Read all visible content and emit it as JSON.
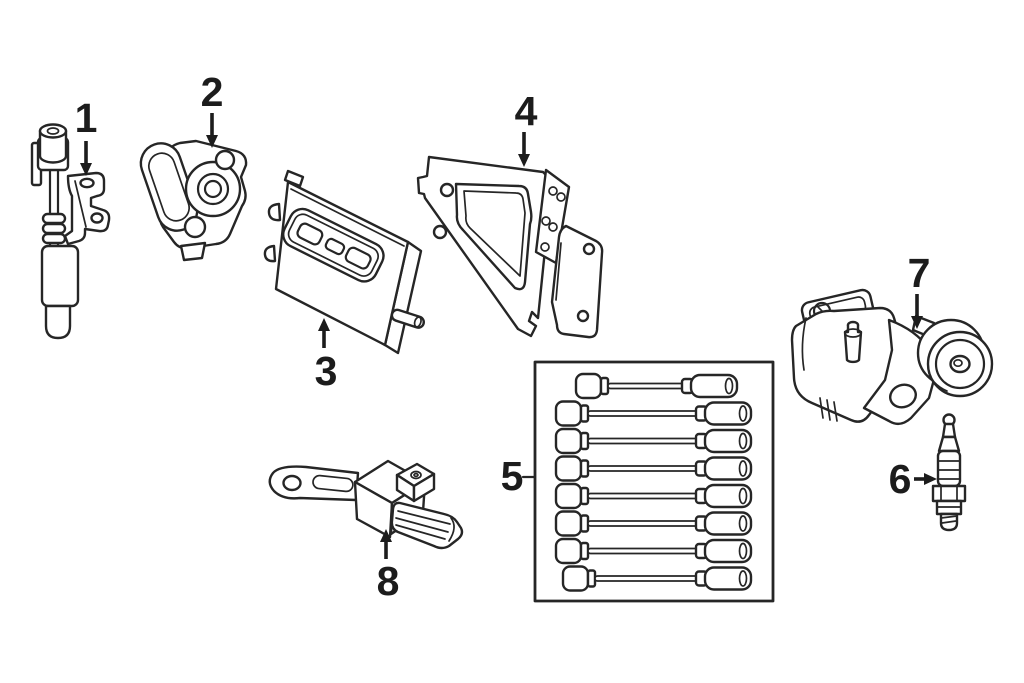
{
  "page": {
    "background_color": "#ffffff",
    "line_color": "#262626",
    "text_color": "#1c1c1c"
  },
  "diagram": {
    "type": "exploded-parts-line-drawing",
    "description": "Black and white parts diagram of engine ignition components with numbered callouts",
    "callouts": [
      {
        "number": "1",
        "depicts": "sensor with mounting bracket"
      },
      {
        "number": "2",
        "depicts": "round sensor housing"
      },
      {
        "number": "3",
        "depicts": "engine control module"
      },
      {
        "number": "4",
        "depicts": "mounting bracket plate"
      },
      {
        "number": "5",
        "depicts": "spark plug wire set"
      },
      {
        "number": "6",
        "depicts": "spark plug"
      },
      {
        "number": "7",
        "depicts": "tensioner pulley assembly"
      },
      {
        "number": "8",
        "depicts": "sensor with connector"
      }
    ],
    "wire_set": {
      "callout": "5",
      "wire_count": 8
    }
  }
}
